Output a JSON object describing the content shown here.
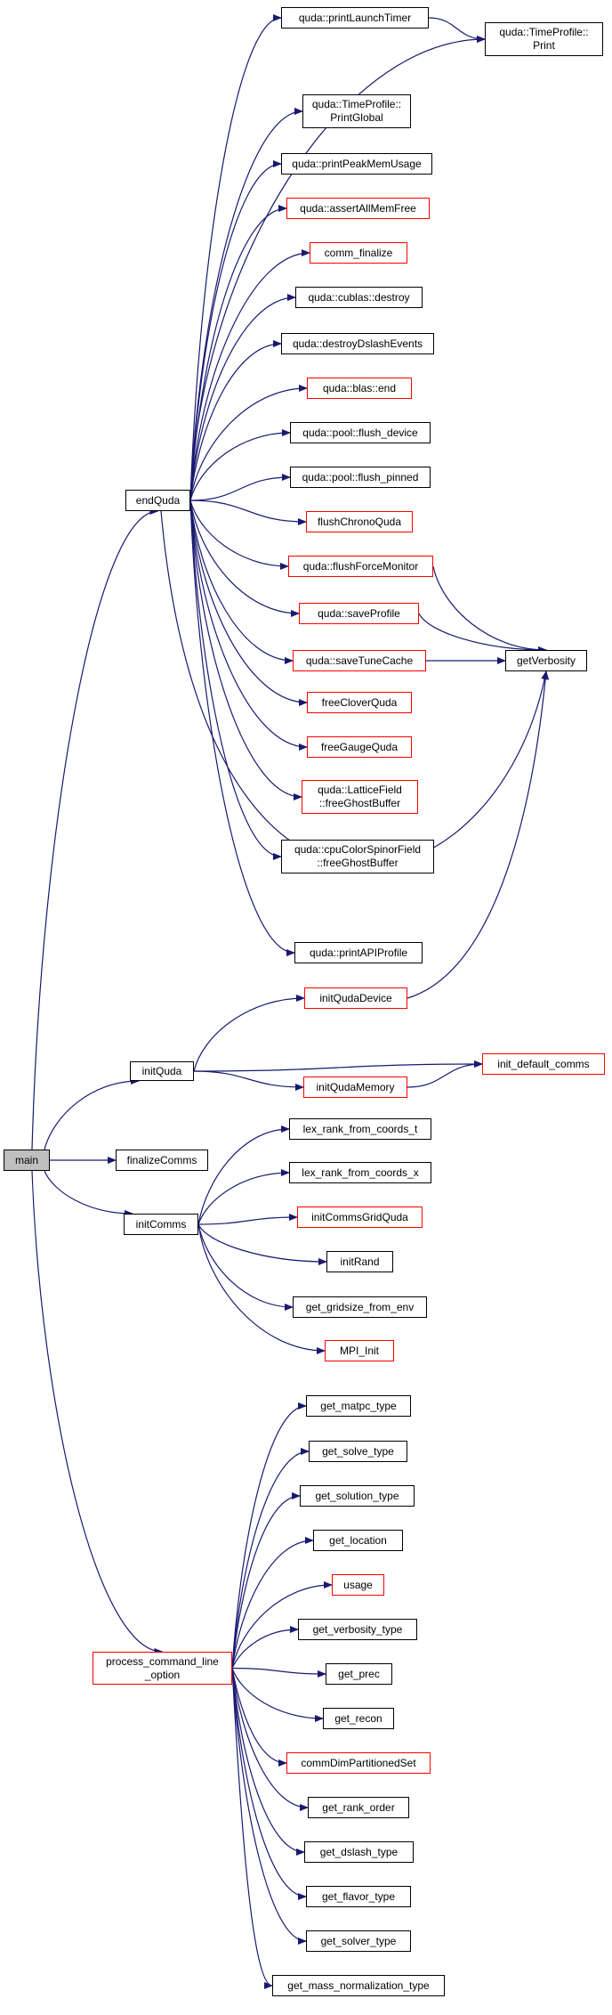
{
  "colors": {
    "edge": "#191970",
    "node_border": "#000000",
    "node_border_incomplete": "#ff0000",
    "root_fill": "#bfbfbf"
  },
  "nodes": {
    "main": {
      "label": "main",
      "style": "root"
    },
    "endQuda": {
      "label": "endQuda",
      "style": "normal"
    },
    "initQuda": {
      "label": "initQuda",
      "style": "normal"
    },
    "finalizeComms": {
      "label": "finalizeComms",
      "style": "normal"
    },
    "initComms": {
      "label": "initComms",
      "style": "normal"
    },
    "process_command_line_option": {
      "label": "process_command_line\n_option",
      "style": "red"
    },
    "printLaunchTimer": {
      "label": "quda::printLaunchTimer",
      "style": "normal"
    },
    "TimeProfilePrint": {
      "label": "quda::TimeProfile::\nPrint",
      "style": "normal"
    },
    "PrintGlobal": {
      "label": "quda::TimeProfile::\nPrintGlobal",
      "style": "normal"
    },
    "printPeakMemUsage": {
      "label": "quda::printPeakMemUsage",
      "style": "normal"
    },
    "assertAllMemFree": {
      "label": "quda::assertAllMemFree",
      "style": "red"
    },
    "comm_finalize": {
      "label": "comm_finalize",
      "style": "red"
    },
    "cublas_destroy": {
      "label": "quda::cublas::destroy",
      "style": "normal"
    },
    "destroyDslashEvents": {
      "label": "quda::destroyDslashEvents",
      "style": "normal"
    },
    "blas_end": {
      "label": "quda::blas::end",
      "style": "red"
    },
    "pool_flush_device": {
      "label": "quda::pool::flush_device",
      "style": "normal"
    },
    "pool_flush_pinned": {
      "label": "quda::pool::flush_pinned",
      "style": "normal"
    },
    "flushChronoQuda": {
      "label": "flushChronoQuda",
      "style": "red"
    },
    "flushForceMonitor": {
      "label": "quda::flushForceMonitor",
      "style": "red"
    },
    "saveProfile": {
      "label": "quda::saveProfile",
      "style": "red"
    },
    "saveTuneCache": {
      "label": "quda::saveTuneCache",
      "style": "red"
    },
    "getVerbosity": {
      "label": "getVerbosity",
      "style": "normal"
    },
    "freeCloverQuda": {
      "label": "freeCloverQuda",
      "style": "red"
    },
    "freeGaugeQuda": {
      "label": "freeGaugeQuda",
      "style": "red"
    },
    "LatticeFieldFreeGhost": {
      "label": "quda::LatticeField\n::freeGhostBuffer",
      "style": "red"
    },
    "cpuColorSpinorFieldFreeGhost": {
      "label": "quda::cpuColorSpinorField\n::freeGhostBuffer",
      "style": "normal"
    },
    "printAPIProfile": {
      "label": "quda::printAPIProfile",
      "style": "normal"
    },
    "initQudaDevice": {
      "label": "initQudaDevice",
      "style": "red"
    },
    "initQudaMemory": {
      "label": "initQudaMemory",
      "style": "red"
    },
    "init_default_comms": {
      "label": "init_default_comms",
      "style": "red"
    },
    "lex_rank_from_coords_t": {
      "label": "lex_rank_from_coords_t",
      "style": "normal"
    },
    "lex_rank_from_coords_x": {
      "label": "lex_rank_from_coords_x",
      "style": "normal"
    },
    "initCommsGridQuda": {
      "label": "initCommsGridQuda",
      "style": "red"
    },
    "initRand": {
      "label": "initRand",
      "style": "normal"
    },
    "get_gridsize_from_env": {
      "label": "get_gridsize_from_env",
      "style": "normal"
    },
    "MPI_Init": {
      "label": "MPI_Init",
      "style": "red"
    },
    "get_matpc_type": {
      "label": "get_matpc_type",
      "style": "normal"
    },
    "get_solve_type": {
      "label": "get_solve_type",
      "style": "normal"
    },
    "get_solution_type": {
      "label": "get_solution_type",
      "style": "normal"
    },
    "get_location": {
      "label": "get_location",
      "style": "normal"
    },
    "usage": {
      "label": "usage",
      "style": "red"
    },
    "get_verbosity_type": {
      "label": "get_verbosity_type",
      "style": "normal"
    },
    "get_prec": {
      "label": "get_prec",
      "style": "normal"
    },
    "get_recon": {
      "label": "get_recon",
      "style": "normal"
    },
    "commDimPartitionedSet": {
      "label": "commDimPartitionedSet",
      "style": "red"
    },
    "get_rank_order": {
      "label": "get_rank_order",
      "style": "normal"
    },
    "get_dslash_type": {
      "label": "get_dslash_type",
      "style": "normal"
    },
    "get_flavor_type": {
      "label": "get_flavor_type",
      "style": "normal"
    },
    "get_solver_type": {
      "label": "get_solver_type",
      "style": "normal"
    },
    "get_mass_normalization_type": {
      "label": "get_mass_normalization_type",
      "style": "normal"
    }
  },
  "edges": [
    [
      "main",
      "endQuda"
    ],
    [
      "main",
      "initQuda"
    ],
    [
      "main",
      "finalizeComms"
    ],
    [
      "main",
      "initComms"
    ],
    [
      "main",
      "process_command_line_option"
    ],
    [
      "endQuda",
      "printLaunchTimer"
    ],
    [
      "endQuda",
      "TimeProfilePrint"
    ],
    [
      "endQuda",
      "PrintGlobal"
    ],
    [
      "endQuda",
      "printPeakMemUsage"
    ],
    [
      "endQuda",
      "assertAllMemFree"
    ],
    [
      "endQuda",
      "comm_finalize"
    ],
    [
      "endQuda",
      "cublas_destroy"
    ],
    [
      "endQuda",
      "destroyDslashEvents"
    ],
    [
      "endQuda",
      "blas_end"
    ],
    [
      "endQuda",
      "pool_flush_device"
    ],
    [
      "endQuda",
      "pool_flush_pinned"
    ],
    [
      "endQuda",
      "flushChronoQuda"
    ],
    [
      "endQuda",
      "flushForceMonitor"
    ],
    [
      "endQuda",
      "saveProfile"
    ],
    [
      "endQuda",
      "saveTuneCache"
    ],
    [
      "endQuda",
      "freeCloverQuda"
    ],
    [
      "endQuda",
      "freeGaugeQuda"
    ],
    [
      "endQuda",
      "LatticeFieldFreeGhost"
    ],
    [
      "endQuda",
      "cpuColorSpinorFieldFreeGhost"
    ],
    [
      "endQuda",
      "getVerbosity"
    ],
    [
      "endQuda",
      "printAPIProfile"
    ],
    [
      "printLaunchTimer",
      "TimeProfilePrint"
    ],
    [
      "flushForceMonitor",
      "getVerbosity"
    ],
    [
      "saveProfile",
      "getVerbosity"
    ],
    [
      "saveTuneCache",
      "getVerbosity"
    ],
    [
      "initQuda",
      "initQudaDevice"
    ],
    [
      "initQuda",
      "init_default_comms"
    ],
    [
      "initQuda",
      "initQudaMemory"
    ],
    [
      "initQudaDevice",
      "getVerbosity"
    ],
    [
      "initQudaMemory",
      "init_default_comms"
    ],
    [
      "initComms",
      "lex_rank_from_coords_t"
    ],
    [
      "initComms",
      "lex_rank_from_coords_x"
    ],
    [
      "initComms",
      "initCommsGridQuda"
    ],
    [
      "initComms",
      "initRand"
    ],
    [
      "initComms",
      "get_gridsize_from_env"
    ],
    [
      "initComms",
      "MPI_Init"
    ],
    [
      "process_command_line_option",
      "get_matpc_type"
    ],
    [
      "process_command_line_option",
      "get_solve_type"
    ],
    [
      "process_command_line_option",
      "get_solution_type"
    ],
    [
      "process_command_line_option",
      "get_location"
    ],
    [
      "process_command_line_option",
      "usage"
    ],
    [
      "process_command_line_option",
      "get_verbosity_type"
    ],
    [
      "process_command_line_option",
      "get_prec"
    ],
    [
      "process_command_line_option",
      "get_recon"
    ],
    [
      "process_command_line_option",
      "commDimPartitionedSet"
    ],
    [
      "process_command_line_option",
      "get_rank_order"
    ],
    [
      "process_command_line_option",
      "get_dslash_type"
    ],
    [
      "process_command_line_option",
      "get_flavor_type"
    ],
    [
      "process_command_line_option",
      "get_solver_type"
    ],
    [
      "process_command_line_option",
      "get_mass_normalization_type"
    ]
  ]
}
